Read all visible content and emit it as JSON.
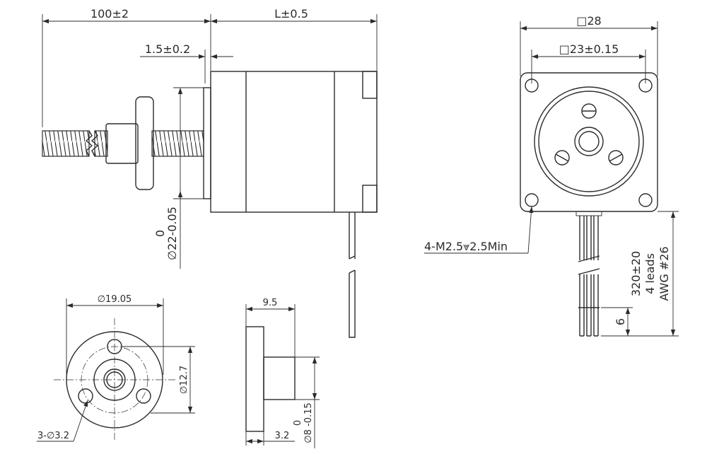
{
  "side_view": {
    "dim_screw_length": "100±2",
    "dim_motor_length": "L±0.5",
    "dim_flange_gap": "1.5±0.2",
    "dim_pilot_dia_upper": "0",
    "dim_pilot_dia": "∅22-0.05"
  },
  "front_view": {
    "dim_body_square": "□28",
    "dim_hole_spacing": "□23±0.15",
    "dim_mount_holes": "4-M2.5⩔2.5Min",
    "dim_lead_length": "320±20",
    "lead_count": "4 leads",
    "lead_gauge": "AWG #26",
    "dim_lead_strip": "6"
  },
  "nut_face_view": {
    "dim_flange_dia": "∅19.05",
    "dim_bolt_circle": "∅12.7",
    "dim_bolt_holes": "3-∅3.2"
  },
  "nut_side_view": {
    "dim_nut_length": "9.5",
    "dim_flange_thickness": "3.2",
    "dim_nut_dia_upper": "0",
    "dim_nut_dia": "∅8 -0.15"
  }
}
